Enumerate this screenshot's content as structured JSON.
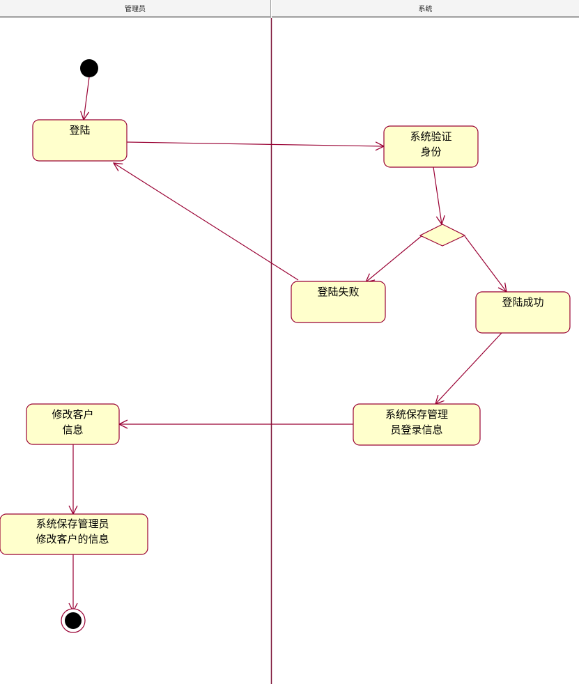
{
  "swimlanes": [
    {
      "id": "admin",
      "label": "管理员"
    },
    {
      "id": "system",
      "label": "系统"
    }
  ],
  "colors": {
    "activity_fill": "#ffffcc",
    "stroke": "#990033",
    "lane_divider": "#7a1035",
    "node_dot": "#000000"
  },
  "nodes": {
    "login": {
      "lines": [
        "登陆"
      ]
    },
    "verify": {
      "lines": [
        "系统验证",
        "身份"
      ]
    },
    "login_fail": {
      "lines": [
        "登陆失败"
      ]
    },
    "login_success": {
      "lines": [
        "登陆成功"
      ]
    },
    "save_login": {
      "lines": [
        "系统保存管理",
        "员登录信息"
      ]
    },
    "modify_customer": {
      "lines": [
        "修改客户",
        "信息"
      ]
    },
    "save_modify": {
      "lines": [
        "系统保存管理员",
        "修改客户的信息"
      ]
    }
  }
}
